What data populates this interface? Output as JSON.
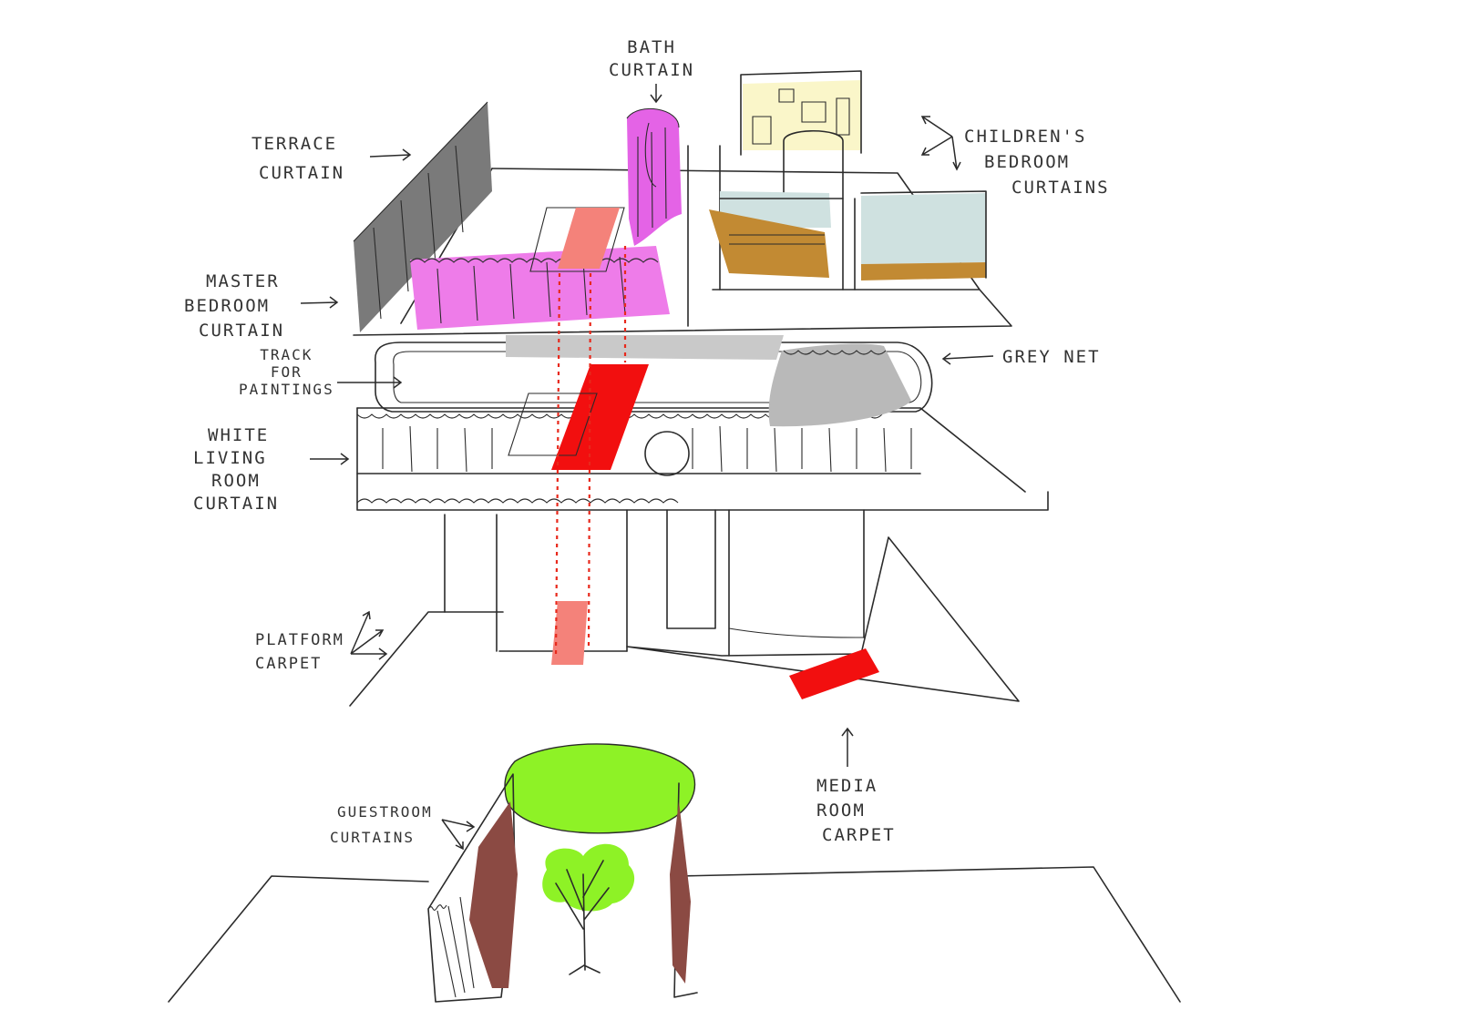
{
  "colors": {
    "ink": "#2b2b2b",
    "terrace_curtain": "#7a7a7a",
    "master_bedroom_curtain": "#ee7ce9",
    "bath_curtain": "#e463e6",
    "children_curtain_blue": "#cfe1e0",
    "children_curtain_ochre": "#c28a33",
    "children_window_glow": "#f6ef9c",
    "grey_net": "#b9b9b9",
    "red_carpet": "#f20f0f",
    "salmon": "#f4827a",
    "guestroom_curtains": "#8b4a43",
    "tree_canopy": "#8ef226"
  },
  "labels": {
    "bath_curtain": [
      "BATH",
      "CURTAIN"
    ],
    "terrace_curtain": [
      "TERRACE",
      "CURTAIN"
    ],
    "childrens_bedroom_curtains": [
      "CHILDREN'S",
      "BEDROOM",
      "CURTAINS"
    ],
    "master_bedroom_curtain": [
      "MASTER",
      "BEDROOM",
      "CURTAIN"
    ],
    "grey_net": [
      "GREY NET"
    ],
    "track_for_paintings": [
      "TRACK",
      "FOR",
      "PAINTINGS"
    ],
    "white_living_room_curtain": [
      "WHITE",
      "LIVING",
      "ROOM",
      "CURTAIN"
    ],
    "platform_carpet": [
      "PLATFORM",
      "CARPET"
    ],
    "media_room_carpet": [
      "MEDIA",
      "ROOM",
      "CARPET"
    ],
    "guestroom_curtains": [
      "GUESTROOM",
      "CURTAINS"
    ]
  }
}
